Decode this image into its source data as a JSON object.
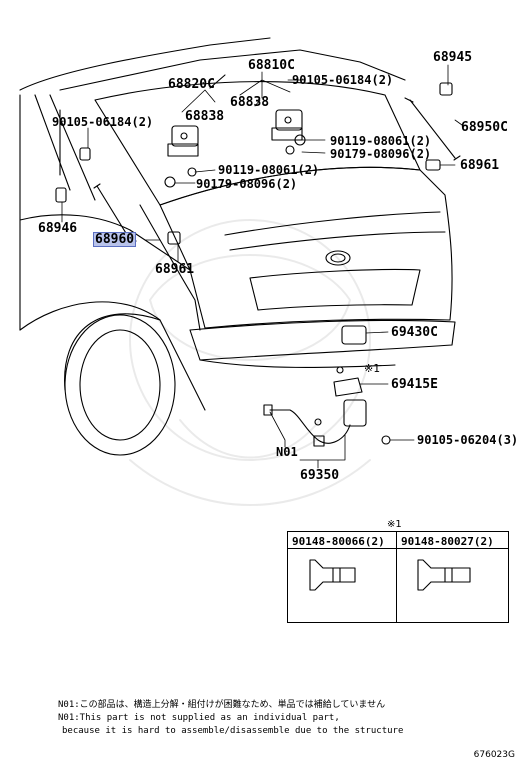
{
  "labels": {
    "p68945": "68945",
    "p68810C": "68810C",
    "p68820C": "68820C",
    "p90105_06184_r": "90105-06184(2)",
    "p68838_a": "68838",
    "p68838_b": "68838",
    "p90105_06184_l": "90105-06184(2)",
    "p68950C": "68950C",
    "p90119_08061_r": "90119-08061(2)",
    "p90179_08096_r": "90179-08096(2)",
    "p68961_r": "68961",
    "p90119_08061_l": "90119-08061(2)",
    "p90179_08096_l": "90179-08096(2)",
    "p68946": "68946",
    "p68960": "68960",
    "p68961_l": "68961",
    "p69430C": "69430C",
    "mark1": "※1",
    "p69415E": "69415E",
    "p90105_06204": "90105-06204(3)",
    "n01": "N01",
    "p69350": "69350"
  },
  "table": {
    "mark": "※1",
    "col1": "90148-80066(2)",
    "col2": "90148-80027(2)"
  },
  "notes": {
    "line1": "N01:この部品は、構造上分解・組付けが困難なため、単品では補給していません",
    "line2": "N01:This part is not supplied as an individual part,",
    "line3": "because it is hard to assemble/disassemble due to the structure"
  },
  "diagram_code": "676023G"
}
